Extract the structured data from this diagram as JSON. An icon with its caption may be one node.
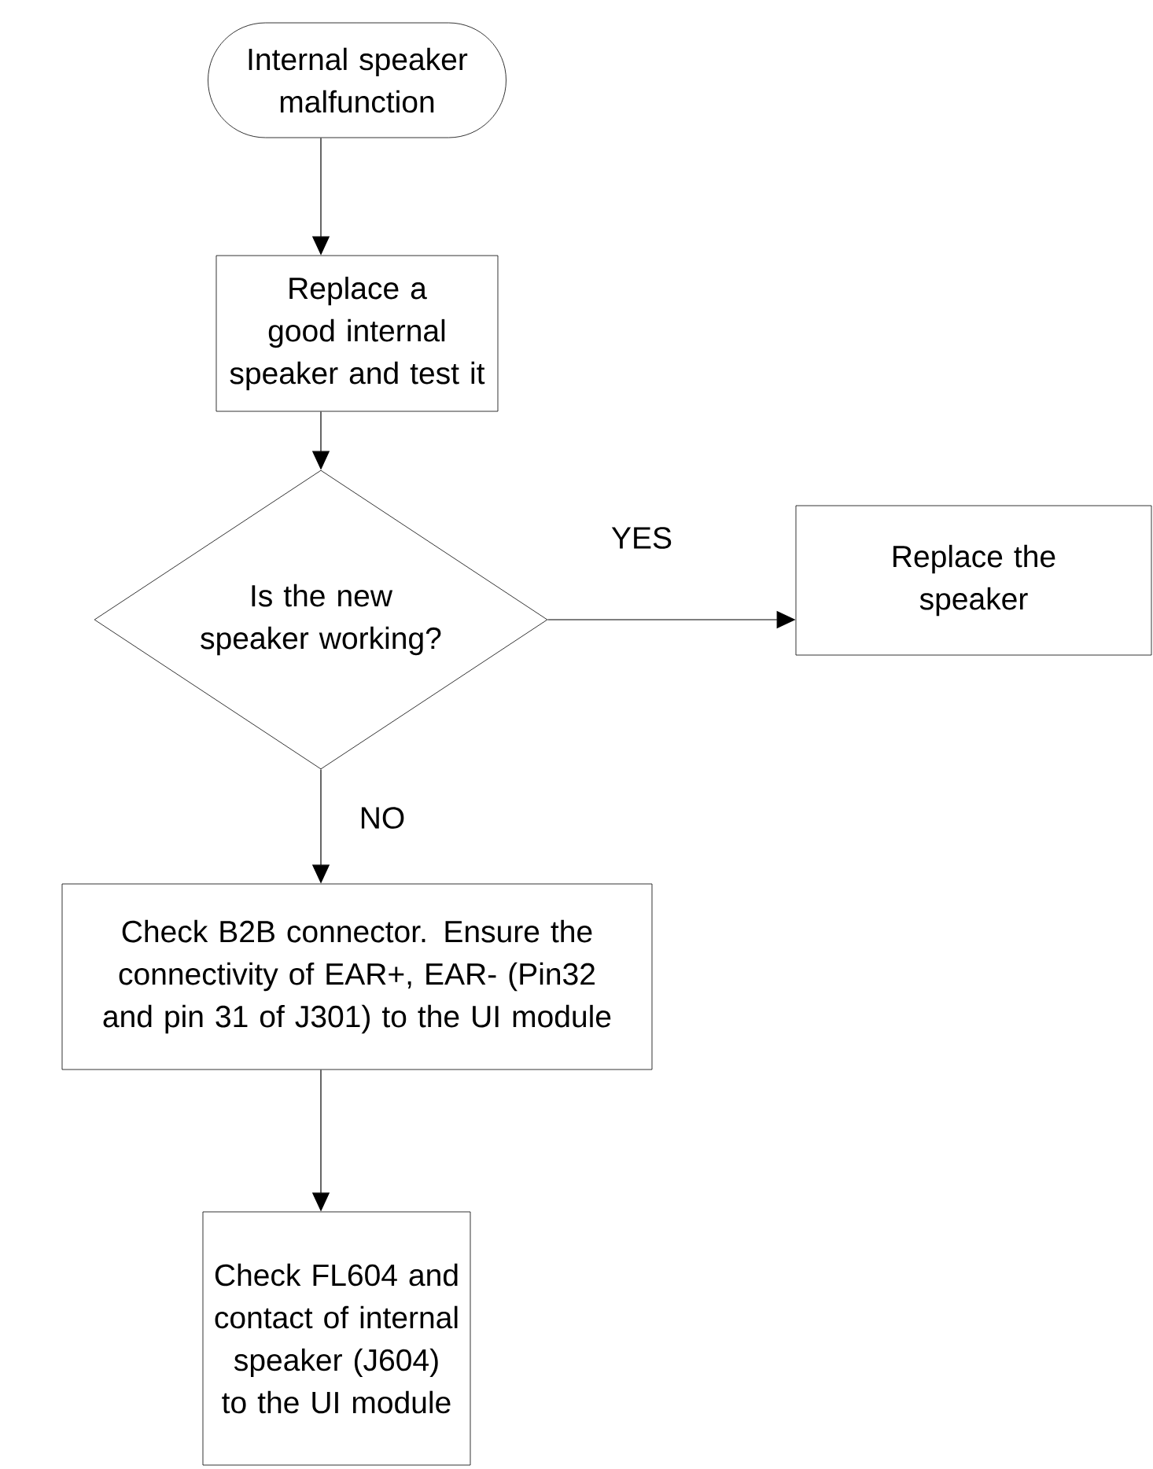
{
  "diagram": {
    "nodes": [
      {
        "text": [
          "Internal speaker malfunction"
        ]
      },
      {
        "text": [
          "Replace a good internal speaker and test it"
        ]
      },
      {
        "text": [
          "Is the new speaker working?"
        ]
      },
      {
        "text": [
          "Replace the speaker"
        ]
      },
      {
        "text": [
          "Check B2B connector. Ensure the connectivity of EAR+, EAR- (Pin32 and pin 31 of J301) to the UI module"
        ]
      },
      {
        "text": [
          "Check FL604 and contact of internal speaker (J604) to the UI module"
        ]
      }
    ],
    "edges": [
      {
        "from": 0,
        "to": 1,
        "arrow": "to"
      },
      {
        "from": 1,
        "to": 2,
        "arrow": "to"
      },
      {
        "from": 2,
        "to": 3,
        "arrow": "to",
        "label": "YES"
      },
      {
        "from": 2,
        "to": 4,
        "arrow": "to",
        "label": "NO"
      },
      {
        "from": 4,
        "to": 5,
        "arrow": "to"
      }
    ]
  }
}
